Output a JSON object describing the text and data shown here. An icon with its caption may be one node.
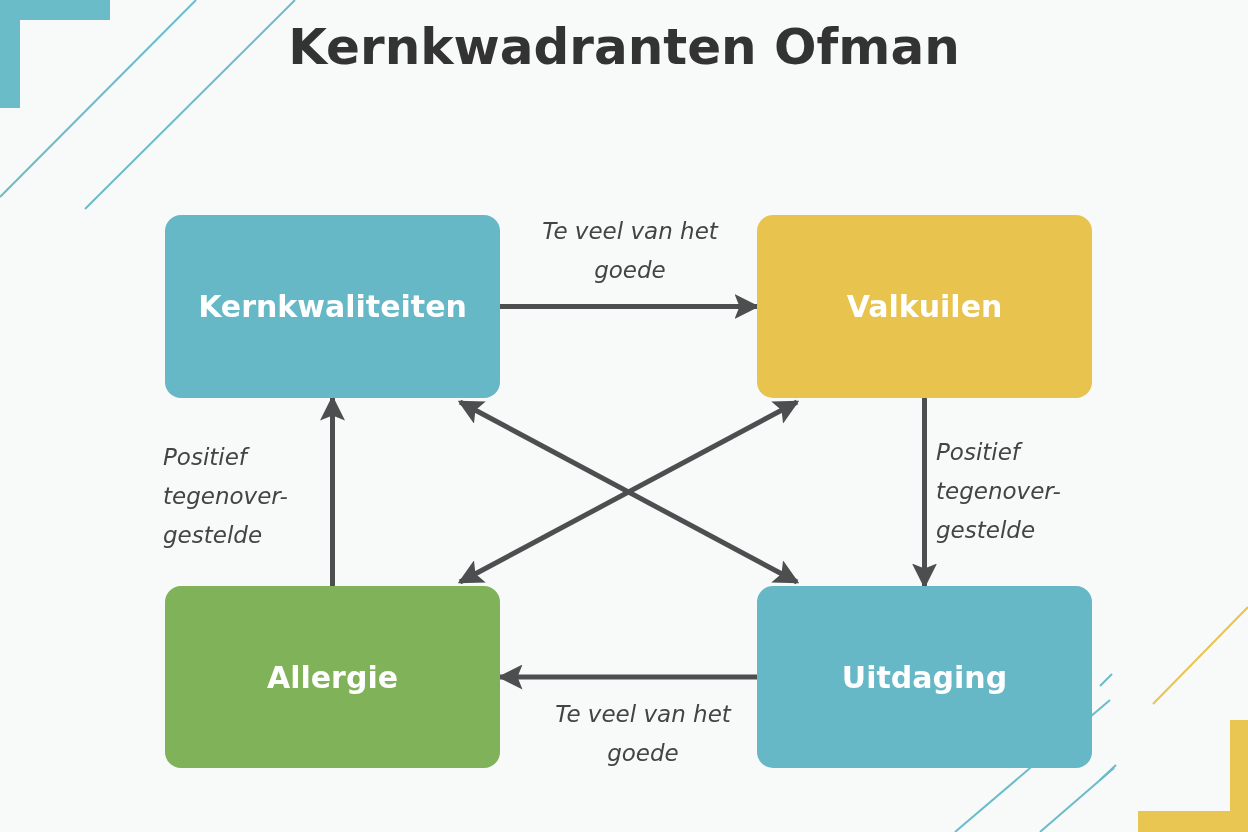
{
  "diagram": {
    "title": "Kernkwadranten Ofman",
    "nodes": [
      {
        "text": [
          "Kernkwaliteiten"
        ]
      },
      {
        "text": [
          "Valkuilen"
        ]
      },
      {
        "text": [
          "Allergie"
        ]
      },
      {
        "text": [
          "Uitdaging"
        ]
      }
    ],
    "edges": [
      {
        "from": 0,
        "to": 1,
        "arrow": "to",
        "label": "Te veel van het goede"
      },
      {
        "from": 1,
        "to": 3,
        "arrow": "to",
        "label": "Positief tegenover-gestelde"
      },
      {
        "from": 3,
        "to": 2,
        "arrow": "to",
        "label": "Te veel van het goede"
      },
      {
        "from": 2,
        "to": 0,
        "arrow": "to",
        "label": "Positief tegenover-gestelde"
      },
      {
        "from": 0,
        "to": 3,
        "arrow": "both"
      },
      {
        "from": 1,
        "to": 2,
        "arrow": "both"
      }
    ]
  }
}
